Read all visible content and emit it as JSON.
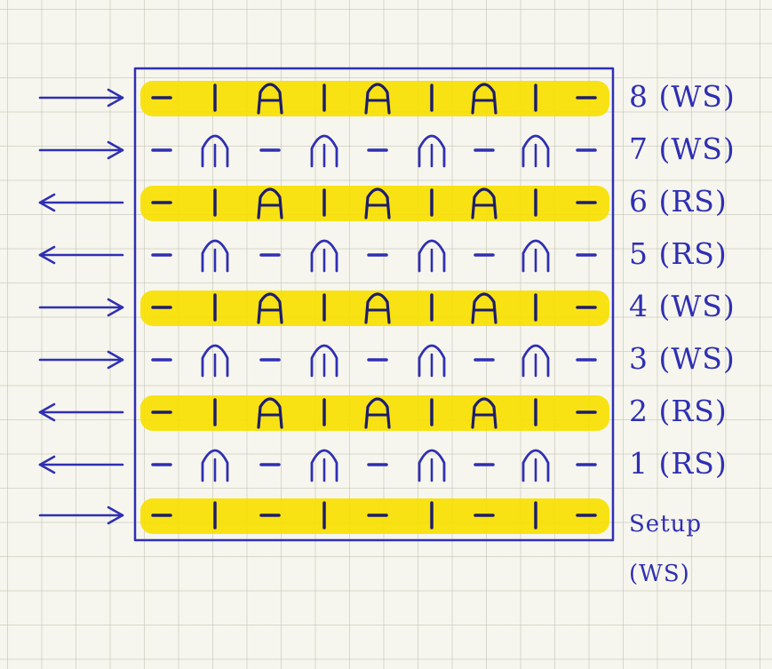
{
  "chart": {
    "rows": [
      {
        "label": "8 (WS)",
        "highlight": true,
        "direction": "right",
        "cells": [
          "purl",
          "knit",
          "mosaic-a",
          "knit",
          "mosaic-a",
          "knit",
          "mosaic-a",
          "knit",
          "purl"
        ]
      },
      {
        "label": "7 (WS)",
        "highlight": false,
        "direction": "right",
        "cells": [
          "purl",
          "slip-arch",
          "purl",
          "slip-arch",
          "purl",
          "slip-arch",
          "purl",
          "slip-arch",
          "purl"
        ]
      },
      {
        "label": "6 (RS)",
        "highlight": true,
        "direction": "left",
        "cells": [
          "purl",
          "knit",
          "mosaic-a",
          "knit",
          "mosaic-a",
          "knit",
          "mosaic-a",
          "knit",
          "purl"
        ]
      },
      {
        "label": "5 (RS)",
        "highlight": false,
        "direction": "left",
        "cells": [
          "purl",
          "slip-arch",
          "purl",
          "slip-arch",
          "purl",
          "slip-arch",
          "purl",
          "slip-arch",
          "purl"
        ]
      },
      {
        "label": "4 (WS)",
        "highlight": true,
        "direction": "right",
        "cells": [
          "purl",
          "knit",
          "mosaic-a",
          "knit",
          "mosaic-a",
          "knit",
          "mosaic-a",
          "knit",
          "purl"
        ]
      },
      {
        "label": "3 (WS)",
        "highlight": false,
        "direction": "right",
        "cells": [
          "purl",
          "slip-arch",
          "purl",
          "slip-arch",
          "purl",
          "slip-arch",
          "purl",
          "slip-arch",
          "purl"
        ]
      },
      {
        "label": "2 (RS)",
        "highlight": true,
        "direction": "left",
        "cells": [
          "purl",
          "knit",
          "mosaic-a",
          "knit",
          "mosaic-a",
          "knit",
          "mosaic-a",
          "knit",
          "purl"
        ]
      },
      {
        "label": "1 (RS)",
        "highlight": false,
        "direction": "left",
        "cells": [
          "purl",
          "slip-arch",
          "purl",
          "slip-arch",
          "purl",
          "slip-arch",
          "purl",
          "slip-arch",
          "purl"
        ]
      },
      {
        "label": "Setup (WS)",
        "highlight": true,
        "direction": "right",
        "cells": [
          "purl",
          "knit",
          "purl",
          "knit",
          "purl",
          "knit",
          "purl",
          "knit",
          "purl"
        ]
      }
    ],
    "colors": {
      "ink": "#2f2fb3",
      "highlight": "#f7e000",
      "paper": "#f7f6ee",
      "grid": "#c8c8b4"
    }
  }
}
